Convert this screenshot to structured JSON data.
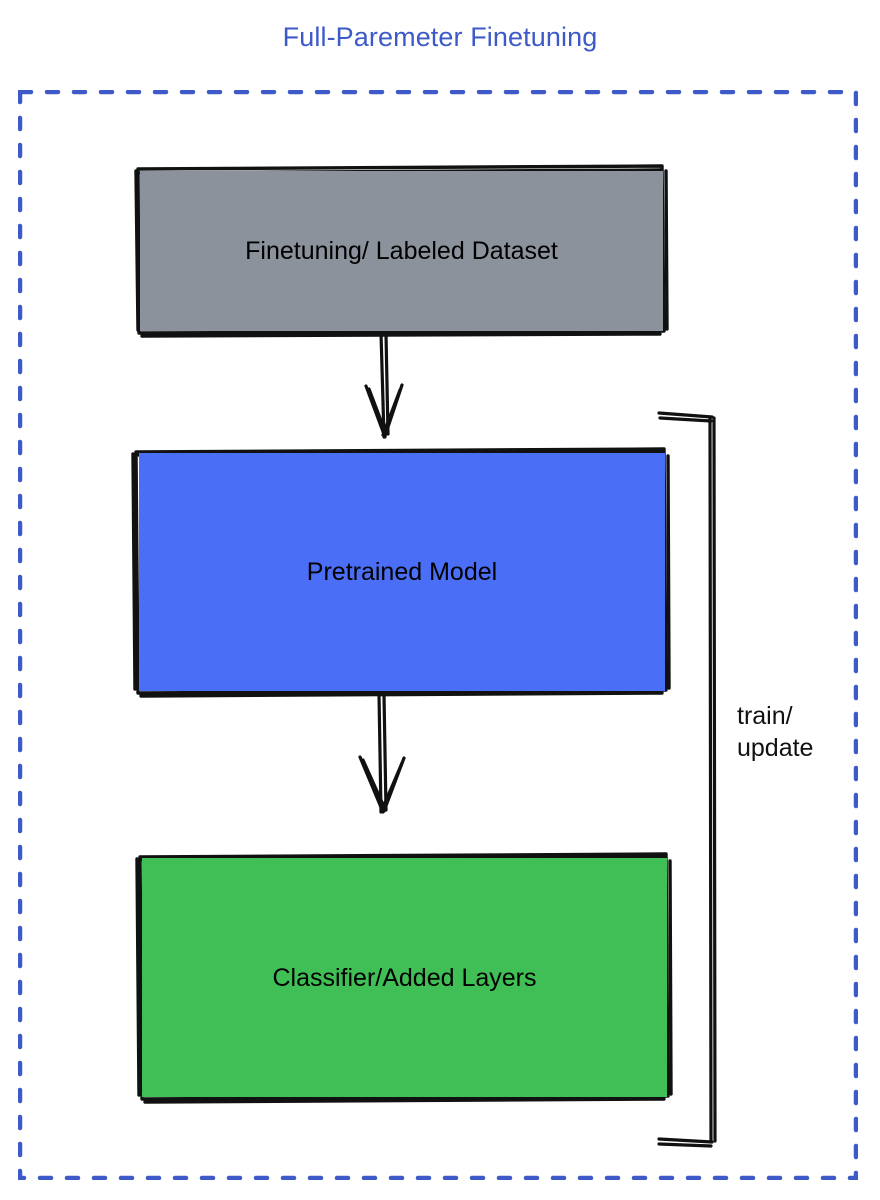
{
  "diagram": {
    "title": "Full-Paremeter Finetuning",
    "title_color": "#3d5ac8",
    "frame": {
      "style": "dashed",
      "color": "#3d5ac8"
    },
    "nodes": [
      {
        "id": "dataset",
        "label": "Finetuning/ Labeled Dataset",
        "fill": "#8b929b",
        "stroke": "#000000",
        "shape": "rectangle"
      },
      {
        "id": "pretrained",
        "label": "Pretrained Model",
        "fill": "#4a6ef5",
        "stroke": "#000000",
        "shape": "rectangle"
      },
      {
        "id": "classifier",
        "label": "Classifier/Added Layers",
        "fill": "#3fbf55",
        "stroke": "#000000",
        "shape": "rectangle"
      }
    ],
    "edges": [
      {
        "id": "dataset-to-pretrained",
        "from": "dataset",
        "to": "pretrained",
        "label": "",
        "arrow": "down"
      },
      {
        "id": "pretrained-to-classifier",
        "from": "pretrained",
        "to": "classifier",
        "label": "",
        "arrow": "down"
      },
      {
        "id": "feedback-bracket",
        "from": "classifier",
        "to": "pretrained",
        "label": "train/\nupdate",
        "arrow": "bracket"
      }
    ]
  }
}
